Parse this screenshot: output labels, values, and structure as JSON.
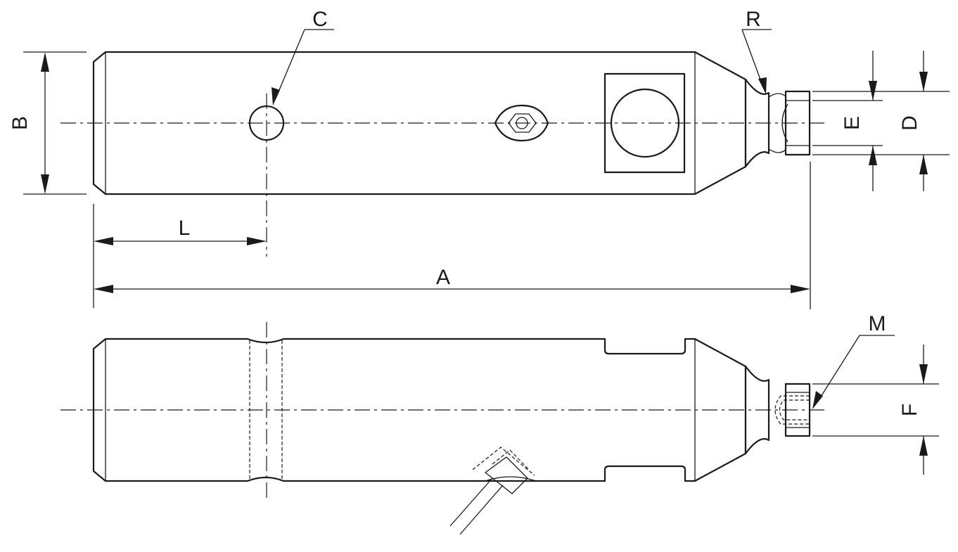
{
  "labels": {
    "A": "A",
    "B": "B",
    "C": "C",
    "D": "D",
    "E": "E",
    "F": "F",
    "L": "L",
    "M": "M",
    "R": "R"
  }
}
